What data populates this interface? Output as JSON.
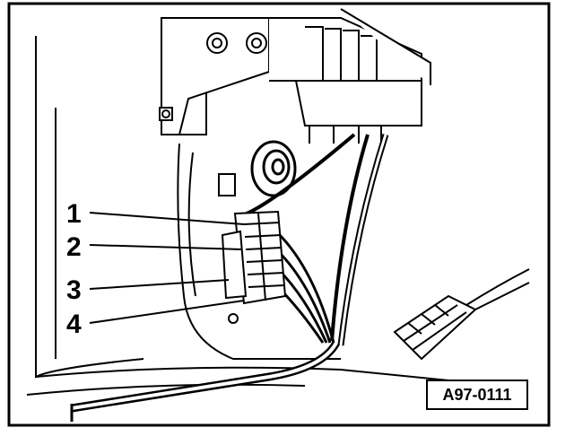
{
  "diagram": {
    "callouts": [
      {
        "number": "1"
      },
      {
        "number": "2"
      },
      {
        "number": "3"
      },
      {
        "number": "4"
      }
    ],
    "reference_code": "A97-0111"
  }
}
